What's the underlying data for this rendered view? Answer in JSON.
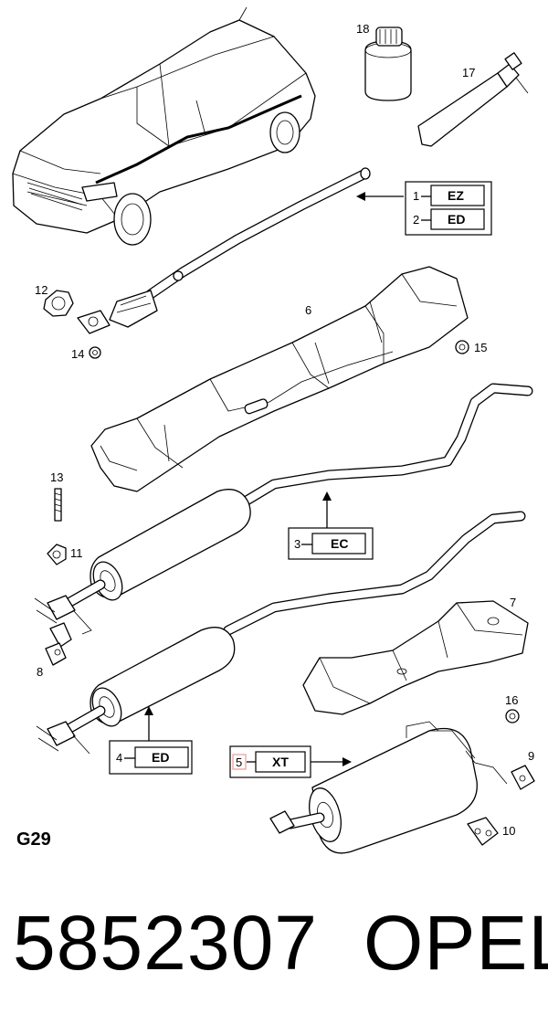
{
  "diagram_id": "G29",
  "part_number": "5852307",
  "brand": "OPEL",
  "callouts": {
    "n1": "1",
    "n2": "2",
    "n3": "3",
    "n4": "4",
    "n5": "5",
    "n6": "6",
    "n7": "7",
    "n8": "8",
    "n9": "9",
    "n10": "10",
    "n11": "11",
    "n12": "12",
    "n13": "13",
    "n14": "14",
    "n15": "15",
    "n16": "16",
    "n17": "17",
    "n18": "18"
  },
  "codes": {
    "c1": "EZ",
    "c2": "ED",
    "c3": "EC",
    "c4": "ED",
    "c5": "XT"
  },
  "highlight_color": "#e89a9a"
}
